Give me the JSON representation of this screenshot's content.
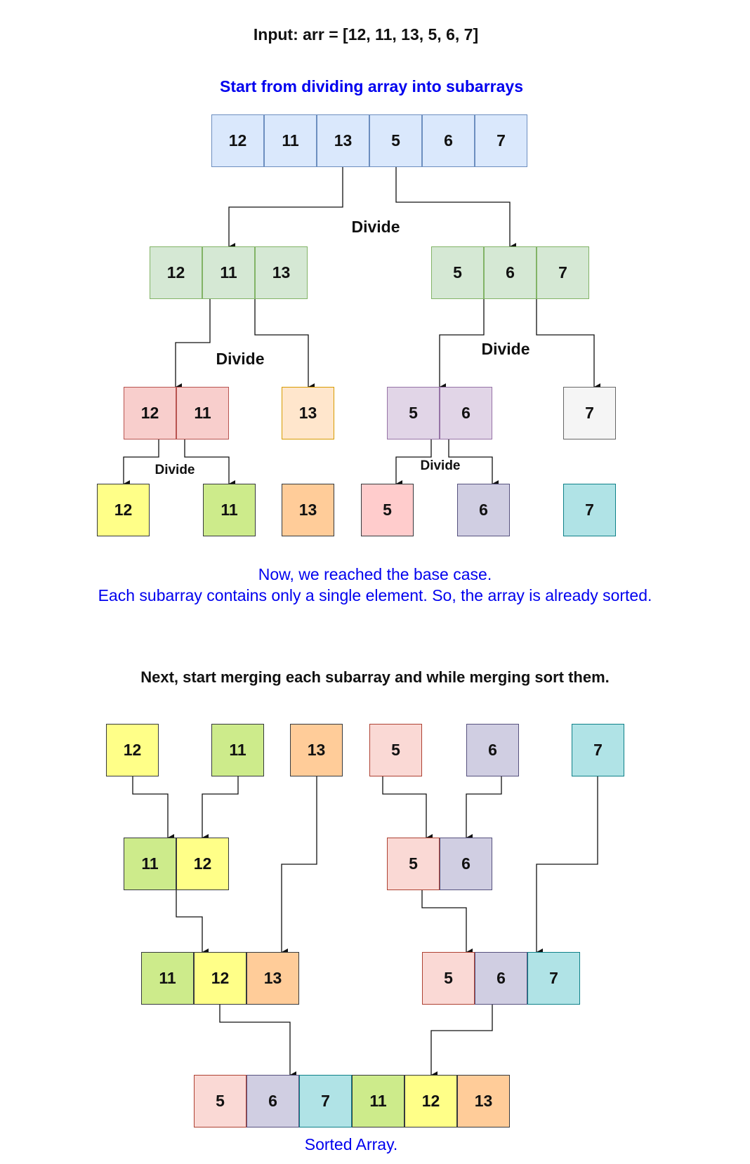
{
  "title": "Input: arr = [12, 11, 13, 5, 6, 7]",
  "divide_heading": "Start from dividing array into subarrays",
  "divide_labels": [
    "Divide",
    "Divide",
    "Divide",
    "Divide",
    "Divide"
  ],
  "base_case_note_line1": "Now, we reached the base case.",
  "base_case_note_line2": "Each subarray contains only a single element. So, the array is already sorted.",
  "merge_heading": "Next, start merging each subarray and while merging sort them.",
  "sorted_label": "Sorted Array.",
  "colors": {
    "blue": "#dae8fc",
    "blue_border": "#6c8ebf",
    "green": "#d5e8d4",
    "green_border": "#82b366",
    "red": "#f8cecc",
    "red_border": "#b85450",
    "orange_light": "#ffe6cc",
    "orange_light_border": "#d79b00",
    "purple": "#e1d5e7",
    "purple_border": "#9673a6",
    "gray": "#f5f5f5",
    "gray_border": "#666666",
    "yellow": "#ffff88",
    "yellow_border": "#36393d",
    "lime": "#cdeb8b",
    "lime_border": "#36393d",
    "orange": "#ffcc99",
    "orange_border": "#36393d",
    "pink": "#ffcccc",
    "pink_border": "#36393d",
    "lavender": "#d0cee2",
    "lavender_border": "#56517e",
    "teal": "#b0e3e6",
    "teal_border": "#0e8088",
    "pale_pink": "#fad9d5",
    "pale_pink_border": "#ae4132"
  },
  "divide_phase": {
    "level0": [
      {
        "value": "12",
        "color": "blue"
      },
      {
        "value": "11",
        "color": "blue"
      },
      {
        "value": "13",
        "color": "blue"
      },
      {
        "value": "5",
        "color": "blue"
      },
      {
        "value": "6",
        "color": "blue"
      },
      {
        "value": "7",
        "color": "blue"
      }
    ],
    "level1_left": [
      {
        "value": "12",
        "color": "green"
      },
      {
        "value": "11",
        "color": "green"
      },
      {
        "value": "13",
        "color": "green"
      }
    ],
    "level1_right": [
      {
        "value": "5",
        "color": "green"
      },
      {
        "value": "6",
        "color": "green"
      },
      {
        "value": "7",
        "color": "green"
      }
    ],
    "level2": [
      {
        "group": [
          {
            "value": "12",
            "color": "red"
          },
          {
            "value": "11",
            "color": "red"
          }
        ]
      },
      {
        "group": [
          {
            "value": "13",
            "color": "orange_light"
          }
        ]
      },
      {
        "group": [
          {
            "value": "5",
            "color": "purple"
          },
          {
            "value": "6",
            "color": "purple"
          }
        ]
      },
      {
        "group": [
          {
            "value": "7",
            "color": "gray"
          }
        ]
      }
    ],
    "level3": [
      {
        "value": "12",
        "color": "yellow"
      },
      {
        "value": "11",
        "color": "lime"
      },
      {
        "value": "13",
        "color": "orange"
      },
      {
        "value": "5",
        "color": "pink"
      },
      {
        "value": "6",
        "color": "lavender"
      },
      {
        "value": "7",
        "color": "teal"
      }
    ]
  },
  "merge_phase": {
    "singles": [
      {
        "value": "12",
        "color": "yellow"
      },
      {
        "value": "11",
        "color": "lime"
      },
      {
        "value": "13",
        "color": "orange"
      },
      {
        "value": "5",
        "color": "pale_pink"
      },
      {
        "value": "6",
        "color": "lavender"
      },
      {
        "value": "7",
        "color": "teal"
      }
    ],
    "pair_left": [
      {
        "value": "11",
        "color": "lime"
      },
      {
        "value": "12",
        "color": "yellow"
      }
    ],
    "pair_right": [
      {
        "value": "5",
        "color": "pale_pink"
      },
      {
        "value": "6",
        "color": "lavender"
      }
    ],
    "triple_left": [
      {
        "value": "11",
        "color": "lime"
      },
      {
        "value": "12",
        "color": "yellow"
      },
      {
        "value": "13",
        "color": "orange"
      }
    ],
    "triple_right": [
      {
        "value": "5",
        "color": "pale_pink"
      },
      {
        "value": "6",
        "color": "lavender"
      },
      {
        "value": "7",
        "color": "teal"
      }
    ],
    "sorted": [
      {
        "value": "5",
        "color": "pale_pink"
      },
      {
        "value": "6",
        "color": "lavender"
      },
      {
        "value": "7",
        "color": "teal"
      },
      {
        "value": "11",
        "color": "lime"
      },
      {
        "value": "12",
        "color": "yellow"
      },
      {
        "value": "13",
        "color": "orange"
      }
    ]
  }
}
